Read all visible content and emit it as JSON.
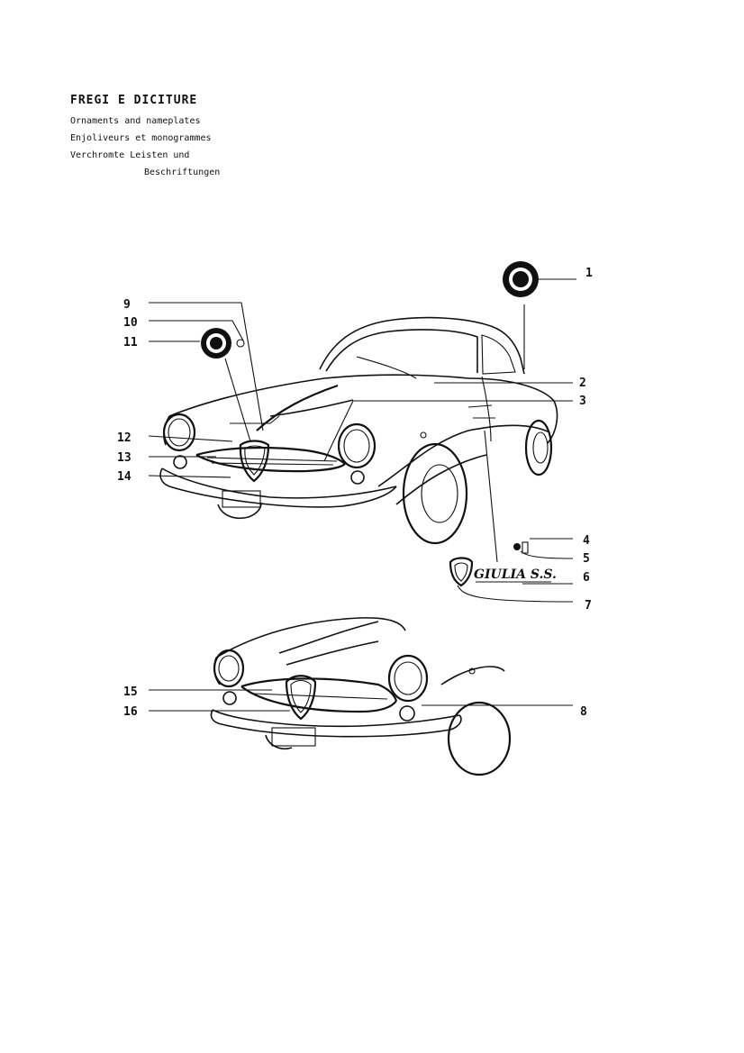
{
  "header": {
    "title": "FREGI E DICITURE",
    "subtitles": [
      "Ornaments and nameplates",
      "Enjoliveurs et monogrammes",
      "Verchromte Leisten und",
      "Beschriftungen"
    ]
  },
  "callouts": {
    "c1": "1",
    "c2": "2",
    "c3": "3",
    "c4": "4",
    "c5": "5",
    "c6": "6",
    "c7": "7",
    "c8": "8",
    "c9": "9",
    "c10": "10",
    "c11": "11",
    "c12": "12",
    "c13": "13",
    "c14": "14",
    "c15": "15",
    "c16": "16"
  },
  "badges": {
    "script_nameplate": "GIULIA S.S."
  },
  "colors": {
    "ink": "#111111",
    "paper": "#ffffff"
  }
}
